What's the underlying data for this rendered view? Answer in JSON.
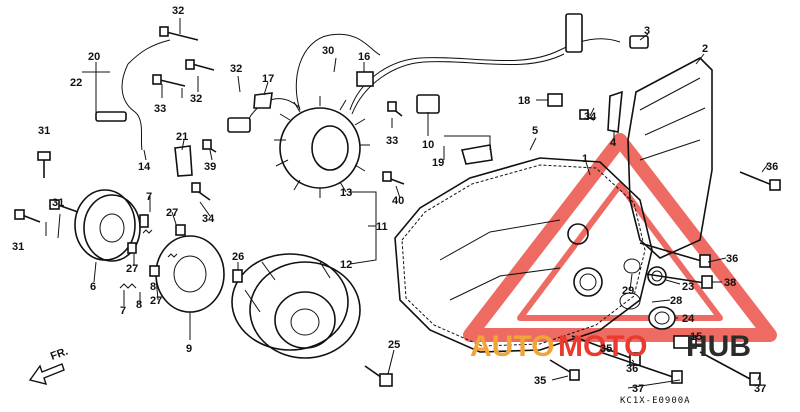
{
  "diagram": {
    "code": "KC1X-E0900A",
    "front_label": "FR.",
    "watermark": {
      "text_a": "AUTO",
      "text_b": "MOTO",
      "text_c": "HUB",
      "color_a": "#f2a33a",
      "color_b": "#e83a2e",
      "color_c": "#2b2b2b"
    },
    "callouts": [
      "32",
      "20",
      "22",
      "30",
      "16",
      "17",
      "3",
      "2",
      "18",
      "32",
      "32",
      "33",
      "31",
      "21",
      "14",
      "39",
      "33",
      "10",
      "34",
      "4",
      "5",
      "1",
      "36",
      "19",
      "13",
      "7",
      "27",
      "31",
      "11",
      "40",
      "9",
      "31",
      "7",
      "27",
      "8",
      "27",
      "8",
      "6",
      "26",
      "12",
      "34",
      "25",
      "36",
      "23",
      "38",
      "29",
      "28",
      "24",
      "15",
      "35",
      "36",
      "37",
      "35",
      "37"
    ]
  }
}
